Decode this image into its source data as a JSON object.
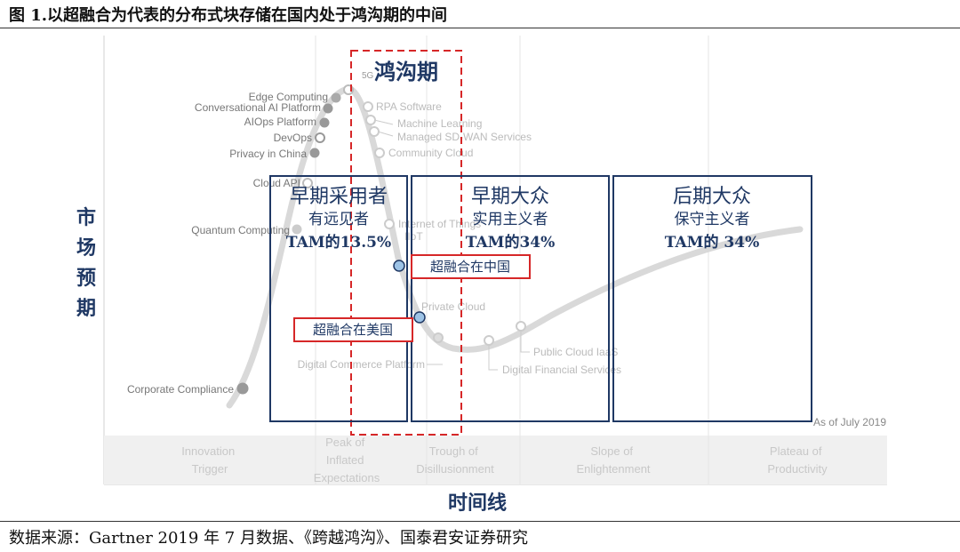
{
  "figure": {
    "title": "图 1.以超融合为代表的分布式块存储在国内处于鸿沟期的中间",
    "source": "数据来源：Gartner 2019 年 7 月数据、《跨越鸿沟》、国泰君安证券研究"
  },
  "colors": {
    "navy": "#1f3864",
    "red": "#d62728",
    "curve": "#d9d9d9",
    "phase_band": "#f0f0f0",
    "faint_text": "#c8c8c8",
    "gray_text": "#777777"
  },
  "chart_data": {
    "type": "diagram",
    "ylabel": "市场预期",
    "xlabel": "时间线",
    "as_of": "As of July 2019",
    "phases": [
      "Innovation Trigger",
      "Peak of Inflated Expectations",
      "Trough of Disillusionment",
      "Slope of Enlightenment",
      "Plateau of Productivity"
    ],
    "phase_lines": [
      [
        "Innovation",
        "Trigger"
      ],
      [
        "Peak of",
        "Inflated",
        "Expectations"
      ],
      [
        "Trough of",
        "Disillusionment"
      ],
      [
        "Slope of",
        "Enlightenment"
      ],
      [
        "Plateau of",
        "Productivity"
      ]
    ],
    "chasm": {
      "label": "鸿沟期"
    },
    "segments": [
      {
        "title": "早期采用者",
        "subtitle": "有远见者",
        "share": "TAM的13.5%"
      },
      {
        "title": "早期大众",
        "subtitle": "实用主义者",
        "share": "TAM的34%"
      },
      {
        "title": "后期大众",
        "subtitle": "保守主义者",
        "share": "TAM的 34%"
      }
    ],
    "technologies_before_peak": [
      "Edge Computing",
      "Conversational AI Platform",
      "AIOps Platform",
      "DevOps",
      "Privacy in China",
      "Cloud API",
      "Quantum Computing",
      "Corporate Compliance"
    ],
    "technologies_after_peak": [
      "RPA Software",
      "Machine Learning",
      "Managed SD-WAN Services",
      "Community Cloud",
      "Internet of Things",
      "IIoT",
      "Private Cloud",
      "Digital Commerce Platform",
      "Public Cloud IaaS",
      "Digital Financial Services"
    ],
    "peak_marker": "5G",
    "highlights": [
      {
        "label": "超融合在中国",
        "stage": "sliding into trough"
      },
      {
        "label": "超融合在美国",
        "stage": "approaching trough bottom"
      }
    ]
  }
}
